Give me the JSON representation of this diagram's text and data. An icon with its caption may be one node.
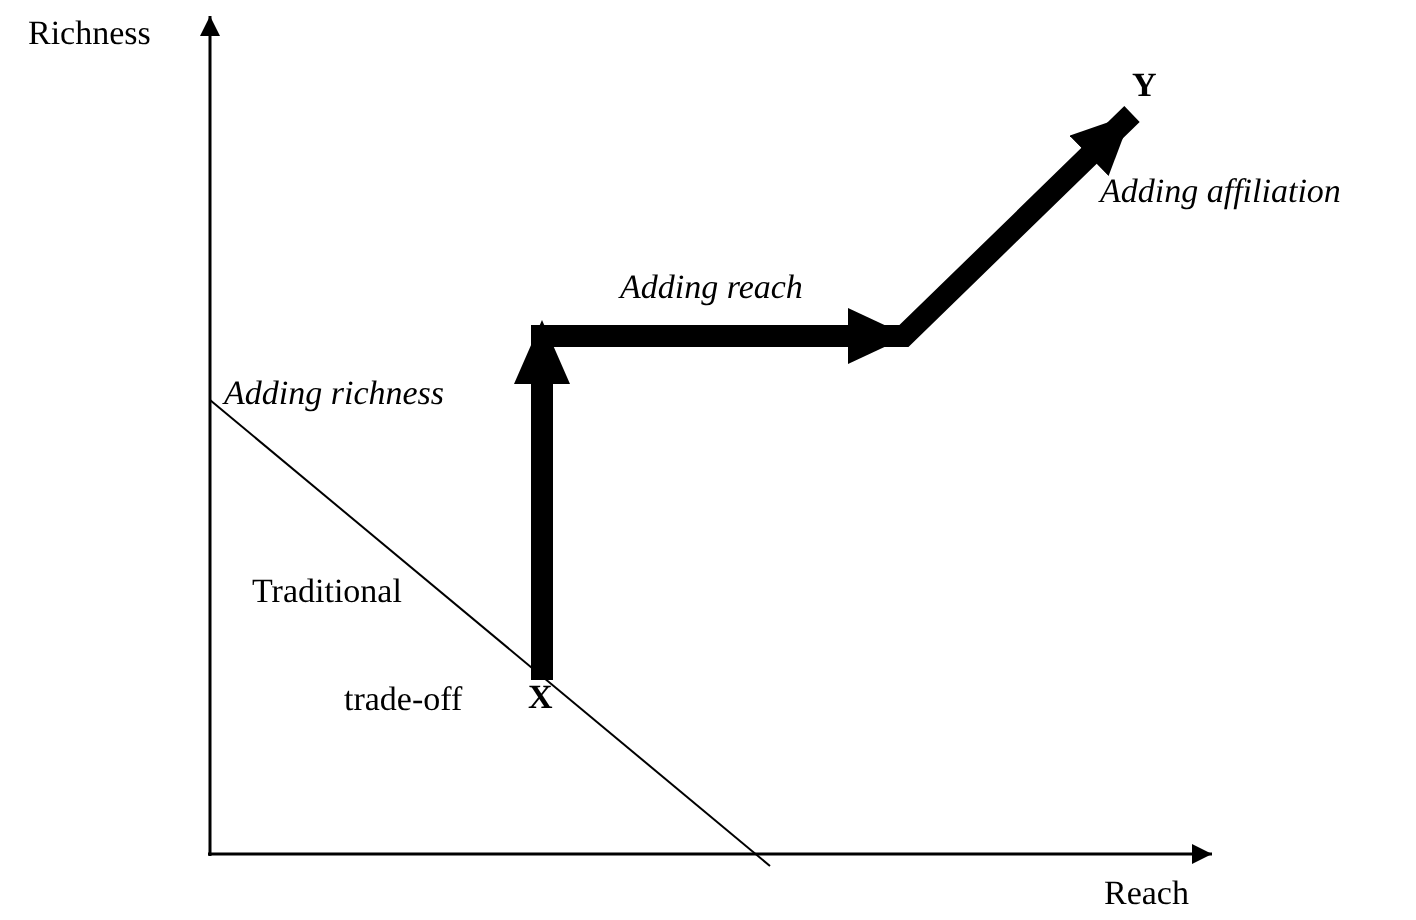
{
  "diagram": {
    "nodes": [
      {
        "text": [
          "X"
        ]
      },
      {
        "text": [
          "Y"
        ]
      }
    ],
    "edges": [
      {
        "from": 0,
        "to": 1,
        "arrow": "to"
      }
    ],
    "labels": [
      "Richness",
      "Reach",
      "Adding richness",
      "Adding reach",
      "Adding affiliation",
      "Traditional",
      "trade-off"
    ]
  }
}
